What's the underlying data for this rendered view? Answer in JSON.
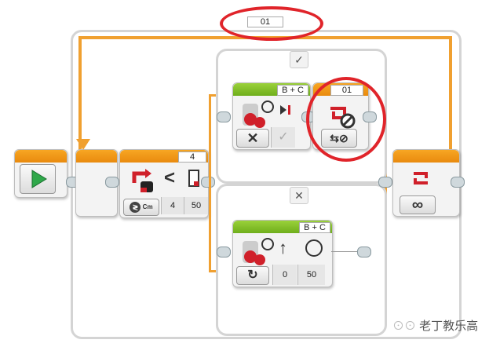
{
  "loop": {
    "name": "01",
    "end_mode": "∞"
  },
  "compare": {
    "header_value": "4",
    "operator": "<",
    "unit": "Cm",
    "threshold_label": "4",
    "threshold_value": "50"
  },
  "switch": {
    "true_case": "✓",
    "false_case": "✕"
  },
  "move_top": {
    "ports": "B + C",
    "mode": "✕",
    "brake": "✓"
  },
  "interrupt": {
    "name": "01"
  },
  "move_bottom": {
    "ports": "B + C",
    "steering": "0",
    "power": "50"
  },
  "watermark": "老丁教乐高",
  "colors": {
    "orange": "#f0a030",
    "green": "#6fae1c",
    "red": "#e0242a"
  }
}
